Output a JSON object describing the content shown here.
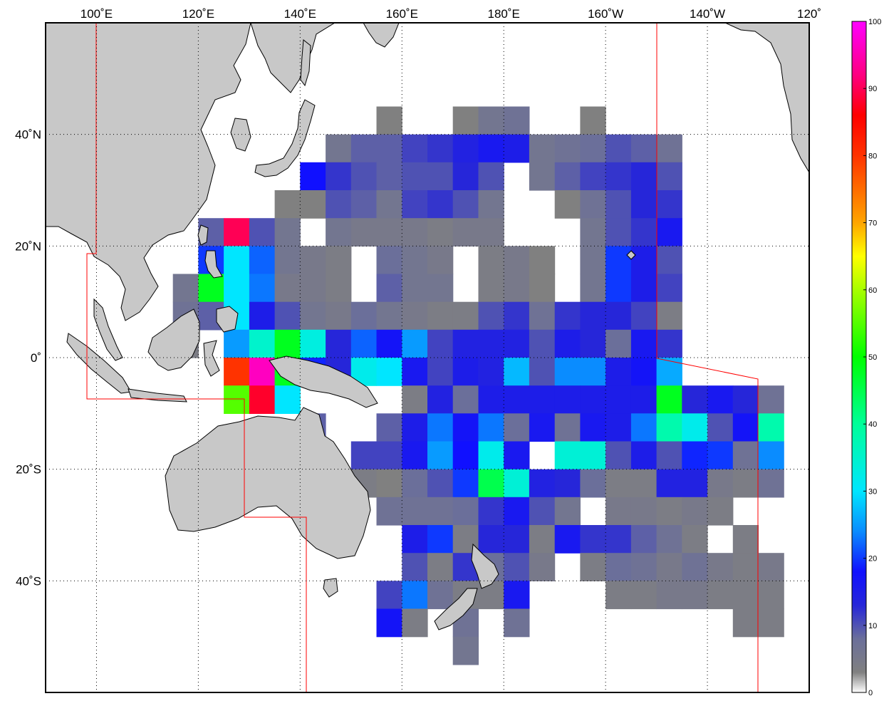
{
  "map": {
    "type": "heatmap",
    "lon_range": [
      90,
      240
    ],
    "lat_range": [
      -60,
      60
    ],
    "cell_size_deg": 5,
    "grid": true,
    "land_color": "#c8c8c8",
    "boundary_color": "#ff0000",
    "lon_ticks": [
      {
        "lon": 100,
        "label": "100˚E"
      },
      {
        "lon": 120,
        "label": "120˚E"
      },
      {
        "lon": 140,
        "label": "140˚E"
      },
      {
        "lon": 160,
        "label": "160˚E"
      },
      {
        "lon": 180,
        "label": "180˚E"
      },
      {
        "lon": 200,
        "label": "160˚W"
      },
      {
        "lon": 220,
        "label": "140˚W"
      },
      {
        "lon": 240,
        "label": "120˚"
      }
    ],
    "lat_ticks": [
      {
        "lat": 40,
        "label": "40˚N"
      },
      {
        "lat": 20,
        "label": "20˚N"
      },
      {
        "lat": 0,
        "label": "0˚"
      },
      {
        "lat": -20,
        "label": "20˚S"
      },
      {
        "lat": -40,
        "label": "40˚S"
      }
    ]
  },
  "colorbar": {
    "min": 0,
    "max": 100,
    "ticks": [
      0,
      10,
      20,
      30,
      40,
      50,
      60,
      70,
      80,
      90,
      100
    ],
    "labels": [
      "0",
      "10",
      "20",
      "30",
      "40",
      "50",
      "60",
      "70",
      "80",
      "90",
      "100"
    ],
    "legend_placement": "right"
  },
  "chart_data": {
    "type": "heatmap",
    "x_unit": "degrees longitude (east, 0-360)",
    "y_unit": "degrees latitude",
    "value_range": [
      0,
      100
    ],
    "rows": [
      {
        "lat": 45,
        "cells": [
          [
            155,
            3
          ],
          [
            170,
            3
          ],
          [
            175,
            6
          ],
          [
            180,
            7
          ],
          [
            195,
            3
          ]
        ]
      },
      {
        "lat": 40,
        "cells": [
          [
            145,
            6
          ],
          [
            150,
            9
          ],
          [
            155,
            9
          ],
          [
            160,
            11
          ],
          [
            165,
            12
          ],
          [
            170,
            14
          ],
          [
            175,
            16
          ],
          [
            180,
            15
          ],
          [
            185,
            6
          ],
          [
            190,
            7
          ],
          [
            195,
            8
          ],
          [
            200,
            10
          ],
          [
            205,
            9
          ],
          [
            210,
            7
          ]
        ]
      },
      {
        "lat": 35,
        "cells": [
          [
            140,
            18
          ],
          [
            145,
            12
          ],
          [
            150,
            10
          ],
          [
            155,
            9
          ],
          [
            160,
            10
          ],
          [
            165,
            10
          ],
          [
            170,
            13
          ],
          [
            175,
            10
          ],
          [
            185,
            6
          ],
          [
            190,
            9
          ],
          [
            195,
            11
          ],
          [
            200,
            12
          ],
          [
            205,
            13
          ],
          [
            210,
            10
          ]
        ]
      },
      {
        "lat": 30,
        "cells": [
          [
            135,
            3
          ],
          [
            140,
            3
          ],
          [
            145,
            10
          ],
          [
            150,
            9
          ],
          [
            155,
            6
          ],
          [
            160,
            11
          ],
          [
            165,
            12
          ],
          [
            170,
            10
          ],
          [
            175,
            6
          ],
          [
            190,
            3
          ],
          [
            195,
            7
          ],
          [
            200,
            10
          ],
          [
            205,
            13
          ],
          [
            210,
            12
          ]
        ]
      },
      {
        "lat": 25,
        "cells": [
          [
            120,
            9
          ],
          [
            125,
            90
          ],
          [
            130,
            10
          ],
          [
            135,
            6
          ],
          [
            145,
            6
          ],
          [
            150,
            5
          ],
          [
            155,
            5
          ],
          [
            160,
            5
          ],
          [
            165,
            4
          ],
          [
            170,
            5
          ],
          [
            175,
            5
          ],
          [
            195,
            6
          ],
          [
            200,
            10
          ],
          [
            205,
            12
          ],
          [
            210,
            16
          ]
        ]
      },
      {
        "lat": 20,
        "cells": [
          [
            120,
            20
          ],
          [
            125,
            30
          ],
          [
            130,
            22
          ],
          [
            135,
            6
          ],
          [
            140,
            5
          ],
          [
            145,
            4
          ],
          [
            155,
            8
          ],
          [
            160,
            6
          ],
          [
            165,
            5
          ],
          [
            175,
            4
          ],
          [
            180,
            5
          ],
          [
            185,
            3
          ],
          [
            195,
            6
          ],
          [
            200,
            20
          ],
          [
            205,
            15
          ],
          [
            210,
            10
          ]
        ]
      },
      {
        "lat": 15,
        "cells": [
          [
            115,
            6
          ],
          [
            120,
            48
          ],
          [
            125,
            30
          ],
          [
            130,
            23
          ],
          [
            135,
            5
          ],
          [
            140,
            5
          ],
          [
            145,
            4
          ],
          [
            155,
            9
          ],
          [
            160,
            6
          ],
          [
            165,
            6
          ],
          [
            175,
            4
          ],
          [
            180,
            5
          ],
          [
            185,
            3
          ],
          [
            195,
            6
          ],
          [
            200,
            20
          ],
          [
            205,
            15
          ],
          [
            210,
            11
          ]
        ]
      },
      {
        "lat": 10,
        "cells": [
          [
            115,
            7
          ],
          [
            120,
            9
          ],
          [
            125,
            30
          ],
          [
            130,
            15
          ],
          [
            135,
            10
          ],
          [
            140,
            6
          ],
          [
            145,
            5
          ],
          [
            150,
            8
          ],
          [
            155,
            6
          ],
          [
            160,
            5
          ],
          [
            165,
            4
          ],
          [
            170,
            4
          ],
          [
            175,
            10
          ],
          [
            180,
            12
          ],
          [
            185,
            7
          ],
          [
            190,
            12
          ],
          [
            195,
            13
          ],
          [
            200,
            13
          ],
          [
            205,
            11
          ],
          [
            210,
            4
          ]
        ]
      },
      {
        "lat": 5,
        "cells": [
          [
            115,
            4
          ],
          [
            125,
            25
          ],
          [
            130,
            35
          ],
          [
            135,
            48
          ],
          [
            140,
            33
          ],
          [
            145,
            13
          ],
          [
            150,
            22
          ],
          [
            155,
            17
          ],
          [
            160,
            25
          ],
          [
            165,
            11
          ],
          [
            170,
            14
          ],
          [
            175,
            14
          ],
          [
            180,
            14
          ],
          [
            185,
            10
          ],
          [
            190,
            15
          ],
          [
            195,
            13
          ],
          [
            200,
            8
          ],
          [
            205,
            16
          ],
          [
            210,
            12
          ]
        ]
      },
      {
        "lat": 0,
        "cells": [
          [
            125,
            80
          ],
          [
            130,
            96
          ],
          [
            135,
            48
          ],
          [
            140,
            19
          ],
          [
            145,
            13
          ],
          [
            150,
            32
          ],
          [
            155,
            30
          ],
          [
            160,
            16
          ],
          [
            165,
            11
          ],
          [
            170,
            15
          ],
          [
            175,
            14
          ],
          [
            180,
            27
          ],
          [
            185,
            10
          ],
          [
            190,
            24
          ],
          [
            195,
            24
          ],
          [
            200,
            15
          ],
          [
            205,
            17
          ],
          [
            210,
            26
          ]
        ]
      },
      {
        "lat": -5,
        "cells": [
          [
            125,
            55
          ],
          [
            130,
            88
          ],
          [
            135,
            30
          ],
          [
            160,
            4
          ],
          [
            165,
            14
          ],
          [
            170,
            8
          ],
          [
            175,
            15
          ],
          [
            180,
            15
          ],
          [
            185,
            15
          ],
          [
            190,
            15
          ],
          [
            195,
            15
          ],
          [
            200,
            15
          ],
          [
            205,
            15
          ],
          [
            210,
            48
          ],
          [
            215,
            13
          ],
          [
            220,
            16
          ],
          [
            225,
            13
          ],
          [
            230,
            7
          ]
        ]
      },
      {
        "lat": -10,
        "cells": [
          [
            140,
            9
          ],
          [
            155,
            9
          ],
          [
            160,
            15
          ],
          [
            165,
            23
          ],
          [
            170,
            17
          ],
          [
            175,
            23
          ],
          [
            180,
            8
          ],
          [
            185,
            16
          ],
          [
            190,
            7
          ],
          [
            195,
            16
          ],
          [
            200,
            15
          ],
          [
            205,
            23
          ],
          [
            210,
            38
          ],
          [
            215,
            32
          ],
          [
            220,
            10
          ],
          [
            225,
            17
          ],
          [
            230,
            38
          ]
        ]
      },
      {
        "lat": -15,
        "cells": [
          [
            150,
            11
          ],
          [
            155,
            11
          ],
          [
            160,
            16
          ],
          [
            165,
            25
          ],
          [
            170,
            18
          ],
          [
            175,
            32
          ],
          [
            180,
            16
          ],
          [
            190,
            34
          ],
          [
            195,
            34
          ],
          [
            200,
            10
          ],
          [
            205,
            15
          ],
          [
            210,
            10
          ],
          [
            215,
            19
          ],
          [
            220,
            20
          ],
          [
            225,
            7
          ],
          [
            230,
            24
          ]
        ]
      },
      {
        "lat": -20,
        "cells": [
          [
            150,
            4
          ],
          [
            155,
            3
          ],
          [
            160,
            8
          ],
          [
            165,
            10
          ],
          [
            170,
            20
          ],
          [
            175,
            45
          ],
          [
            180,
            34
          ],
          [
            185,
            14
          ],
          [
            190,
            13
          ],
          [
            195,
            8
          ],
          [
            200,
            4
          ],
          [
            205,
            4
          ],
          [
            210,
            14
          ],
          [
            215,
            14
          ],
          [
            220,
            5
          ],
          [
            225,
            4
          ],
          [
            230,
            7
          ]
        ]
      },
      {
        "lat": -25,
        "cells": [
          [
            155,
            7
          ],
          [
            160,
            7
          ],
          [
            165,
            7
          ],
          [
            170,
            8
          ],
          [
            175,
            12
          ],
          [
            180,
            16
          ],
          [
            185,
            10
          ],
          [
            190,
            6
          ],
          [
            200,
            5
          ],
          [
            205,
            5
          ],
          [
            210,
            4
          ],
          [
            215,
            5
          ],
          [
            220,
            4
          ]
        ]
      },
      {
        "lat": -30,
        "cells": [
          [
            160,
            15
          ],
          [
            165,
            20
          ],
          [
            170,
            4
          ],
          [
            175,
            13
          ],
          [
            180,
            13
          ],
          [
            185,
            4
          ],
          [
            190,
            16
          ],
          [
            195,
            12
          ],
          [
            200,
            12
          ],
          [
            205,
            9
          ],
          [
            210,
            7
          ],
          [
            215,
            4
          ],
          [
            225,
            4
          ]
        ]
      },
      {
        "lat": -35,
        "cells": [
          [
            160,
            10
          ],
          [
            165,
            4
          ],
          [
            170,
            12
          ],
          [
            175,
            8
          ],
          [
            180,
            10
          ],
          [
            185,
            5
          ],
          [
            195,
            4
          ],
          [
            200,
            8
          ],
          [
            205,
            7
          ],
          [
            210,
            5
          ],
          [
            215,
            7
          ],
          [
            220,
            5
          ],
          [
            225,
            4
          ],
          [
            230,
            5
          ]
        ]
      },
      {
        "lat": -40,
        "cells": [
          [
            155,
            11
          ],
          [
            160,
            23
          ],
          [
            165,
            7
          ],
          [
            170,
            4
          ],
          [
            175,
            4
          ],
          [
            180,
            16
          ],
          [
            200,
            4
          ],
          [
            205,
            4
          ],
          [
            210,
            5
          ],
          [
            215,
            5
          ],
          [
            220,
            4
          ],
          [
            225,
            4
          ],
          [
            230,
            4
          ]
        ]
      },
      {
        "lat": -45,
        "cells": [
          [
            155,
            17
          ],
          [
            160,
            4
          ],
          [
            170,
            7
          ],
          [
            180,
            7
          ],
          [
            225,
            4
          ],
          [
            230,
            4
          ]
        ]
      },
      {
        "lat": -50,
        "cells": [
          [
            170,
            6
          ]
        ]
      }
    ]
  }
}
